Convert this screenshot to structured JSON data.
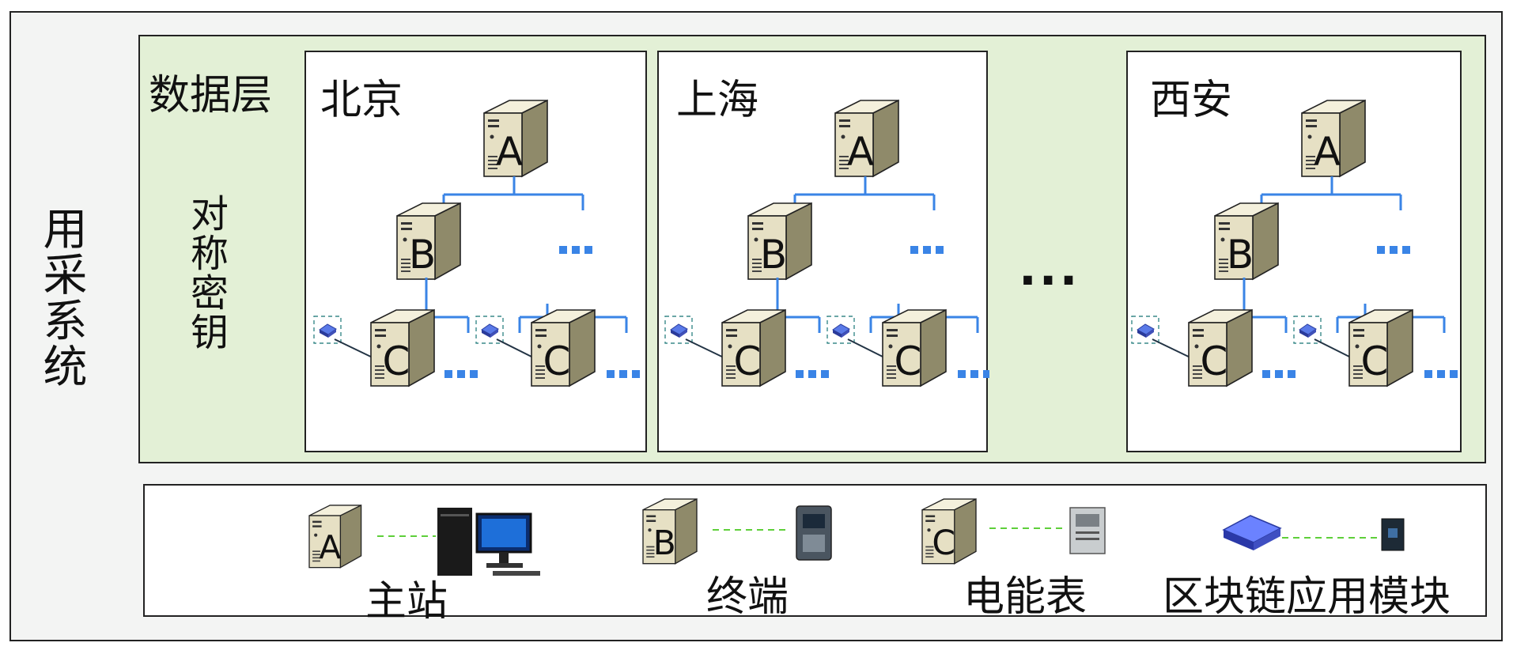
{
  "system_label": "用采系统",
  "data_layer": {
    "label": "数据层",
    "key_label": "对称密钥"
  },
  "cities": [
    {
      "name": "北京"
    },
    {
      "name": "上海"
    },
    {
      "name": "西安"
    }
  ],
  "middle_ellipsis": "···",
  "node_labels": {
    "master": "A",
    "terminal": "B",
    "meter": "C"
  },
  "legend": {
    "items": [
      {
        "key": "A",
        "label": "主站",
        "icon": "desktop-computer-icon"
      },
      {
        "key": "B",
        "label": "终端",
        "icon": "terminal-device-icon"
      },
      {
        "key": "C",
        "label": "电能表",
        "icon": "electric-meter-icon"
      },
      {
        "key": "",
        "label": "区块链应用模块",
        "icon": "chip-module-icon"
      }
    ]
  },
  "colors": {
    "tree_lines": "#3a84e6",
    "data_layer_bg": "#e3f0d6",
    "server_body": "#e6e0c4",
    "legend_dash": "#5ecf3a"
  }
}
